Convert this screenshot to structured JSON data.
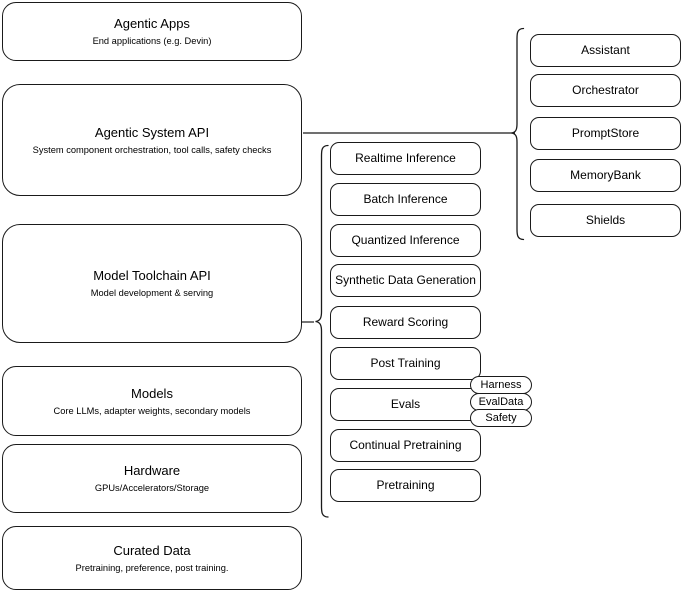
{
  "diagram": {
    "title": "Agentic stack layer diagram",
    "line_color": "#1a1a1a",
    "background_color": "#ffffff"
  },
  "layers": [
    {
      "id": "agentic-apps",
      "title": "Agentic Apps",
      "subtitle": "End applications (e.g. Devin)"
    },
    {
      "id": "agentic-system-api",
      "title": "Agentic System API",
      "subtitle": "System component orchestration, tool calls, safety checks"
    },
    {
      "id": "model-toolchain-api",
      "title": "Model Toolchain API",
      "subtitle": "Model development & serving"
    },
    {
      "id": "models",
      "title": "Models",
      "subtitle": "Core LLMs, adapter weights, secondary models"
    },
    {
      "id": "hardware",
      "title": "Hardware",
      "subtitle": "GPUs/Accelerators/Storage"
    },
    {
      "id": "curated-data",
      "title": "Curated Data",
      "subtitle": "Pretraining, preference, post training."
    }
  ],
  "toolchain_components": [
    {
      "id": "realtime-inference",
      "label": "Realtime Inference"
    },
    {
      "id": "batch-inference",
      "label": "Batch Inference"
    },
    {
      "id": "quantized-inference",
      "label": "Quantized Inference"
    },
    {
      "id": "synthetic-data-generation",
      "label": "Synthetic Data Generation"
    },
    {
      "id": "reward-scoring",
      "label": "Reward Scoring"
    },
    {
      "id": "post-training",
      "label": "Post Training"
    },
    {
      "id": "evals",
      "label": "Evals"
    },
    {
      "id": "continual-pretraining",
      "label": "Continual Pretraining"
    },
    {
      "id": "pretraining",
      "label": "Pretraining"
    }
  ],
  "evals_badges": [
    {
      "id": "harness",
      "label": "Harness"
    },
    {
      "id": "evaldata",
      "label": "EvalData"
    },
    {
      "id": "safety",
      "label": "Safety"
    }
  ],
  "system_components": [
    {
      "id": "assistant",
      "label": "Assistant"
    },
    {
      "id": "orchestrator",
      "label": "Orchestrator"
    },
    {
      "id": "promptstore",
      "label": "PromptStore"
    },
    {
      "id": "memorybank",
      "label": "MemoryBank"
    },
    {
      "id": "shields",
      "label": "Shields"
    }
  ]
}
